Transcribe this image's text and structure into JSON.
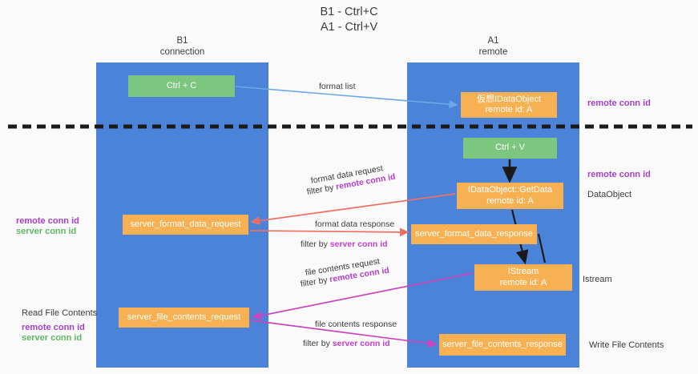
{
  "title": {
    "line1": "B1 - Ctrl+C",
    "line2": "A1 - Ctrl+V"
  },
  "lanes": {
    "left": {
      "name": "B1",
      "role": "connection"
    },
    "right": {
      "name": "A1",
      "role": "remote"
    }
  },
  "colors": {
    "lane": "#4a83d8",
    "green_box": "#7dc67f",
    "orange_box": "#f7b152",
    "remote_conn_id": "#a33fc9",
    "server_conn_id": "#5fb762",
    "arrow_blue": "#6aa8e8",
    "arrow_red": "#ef6f62",
    "arrow_magenta": "#cc44bb",
    "arrow_black": "#1a1a1a",
    "background": "#fafafa",
    "text": "#3c3c3c"
  },
  "boxes": {
    "ctrl_c": {
      "label": "Ctrl + C"
    },
    "virtual_dataobject": {
      "line1": "仮想IDataObject",
      "line2": "remote id: A"
    },
    "ctrl_v": {
      "label": "Ctrl + V"
    },
    "getdata": {
      "line1": "IDataObject::GetData",
      "line2": "remote id: A"
    },
    "server_format_data_request": {
      "label": "server_format_data_request"
    },
    "server_format_data_response": {
      "label": "server_format_data_response"
    },
    "istream": {
      "line1": "IStream",
      "line2": "remote id: A"
    },
    "server_file_contents_request": {
      "label": "server_file_contents_request"
    },
    "server_file_contents_response": {
      "label": "server_file_contents_response"
    }
  },
  "arrow_labels": {
    "format_list": "format list",
    "format_data_request": "format data request",
    "format_data_request_filter_prefix": "filter by ",
    "format_data_request_filter_key": "remote conn id",
    "format_data_response": "format data response",
    "format_data_response_filter_prefix": "filter by ",
    "format_data_response_filter_key": "server conn id",
    "file_contents_request": "file contents request",
    "file_contents_request_filter_prefix": "filter by ",
    "file_contents_request_filter_key": "remote conn id",
    "file_contents_response": "file contents response",
    "file_contents_response_filter_prefix": "filter by ",
    "file_contents_response_filter_key": "server conn id"
  },
  "annotations": {
    "right_remote_conn_id_top": "remote conn id",
    "right_remote_conn_id_mid": "remote conn id",
    "dataobject": "DataObject",
    "istream": "Istream",
    "write_file_contents": "Write File Contents",
    "left_remote_conn_id": "remote conn id",
    "left_server_conn_id": "server conn id",
    "read_file_contents": "Read File Contents",
    "bottom_left_remote_conn_id": "remote conn id",
    "bottom_left_server_conn_id": "server conn id"
  }
}
